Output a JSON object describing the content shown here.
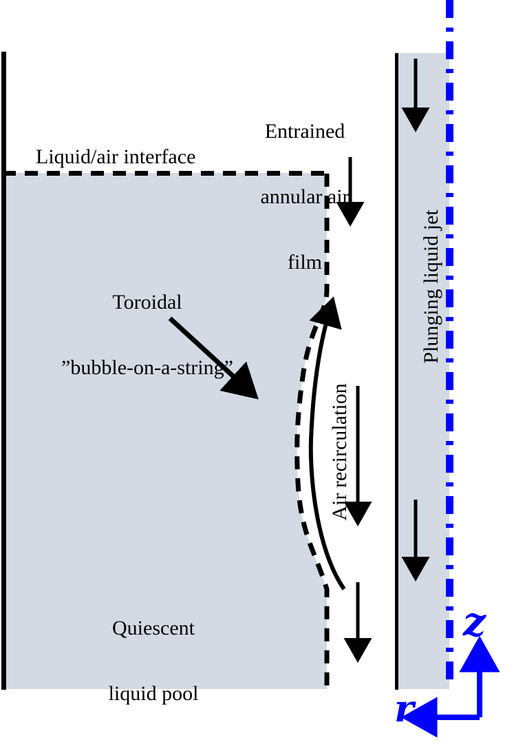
{
  "figure": {
    "kind": "schematic-diagram",
    "subject": "Plunging liquid jet entraining an annular air film into a quiescent liquid pool",
    "background_color": "#ffffff"
  },
  "colors": {
    "liquid_fill": "#d3dae4",
    "outline": "#000000",
    "axis_blue": "#0000ff",
    "text": "#000000"
  },
  "labels": {
    "liquid_air_interface": "Liquid/air interface",
    "entrained_film_line1": "Entrained",
    "entrained_film_line2": "annular air",
    "entrained_film_line3": "film",
    "toroidal_line1": "Toroidal",
    "toroidal_line2": "”bubble-on-a-string”",
    "air_recirculation": "Air recirculation",
    "plunging_liquid_jet": "Plunging liquid jet",
    "quiescent_line1": "Quiescent",
    "quiescent_line2": "liquid pool"
  },
  "axes": {
    "z_label": "z",
    "r_label": "r",
    "z_direction": "up",
    "r_direction": "left",
    "centerline_style": "dash-dot",
    "centerline_color": "#0000ff"
  },
  "annotations": {
    "pointer_arrow_target": "toroidal bubble cavity",
    "film_arrow_count": 3,
    "jet_arrow_count": 2,
    "recirculation_arrow_direction": "upward curved"
  }
}
